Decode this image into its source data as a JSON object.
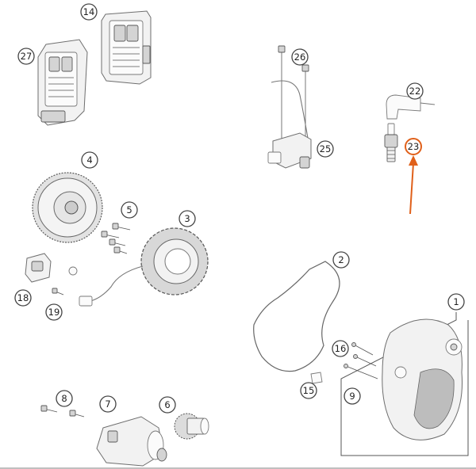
{
  "callouts": {
    "c1": "1",
    "c2": "2",
    "c3": "3",
    "c4": "4",
    "c5": "5",
    "c6": "6",
    "c7": "7",
    "c8": "8",
    "c9": "9",
    "c14": "14",
    "c15": "15",
    "c16": "16",
    "c18": "18",
    "c19": "19",
    "c22": "22",
    "c23": "23",
    "c25": "25",
    "c26": "26",
    "c27": "27"
  },
  "colors": {
    "highlight": "#e0601a",
    "line": "#555555"
  }
}
